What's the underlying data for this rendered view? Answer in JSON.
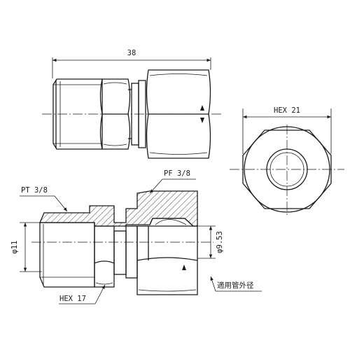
{
  "labels": {
    "overall_length": "38",
    "hex_top": "HEX 21",
    "pf_thread": "PF 3/8",
    "pt_thread": "PT 3/8",
    "diameter_left": "φ11",
    "diameter_right": "φ9.53",
    "hex_bottom": "HEX 17",
    "pipe_od": "適用管外径"
  }
}
